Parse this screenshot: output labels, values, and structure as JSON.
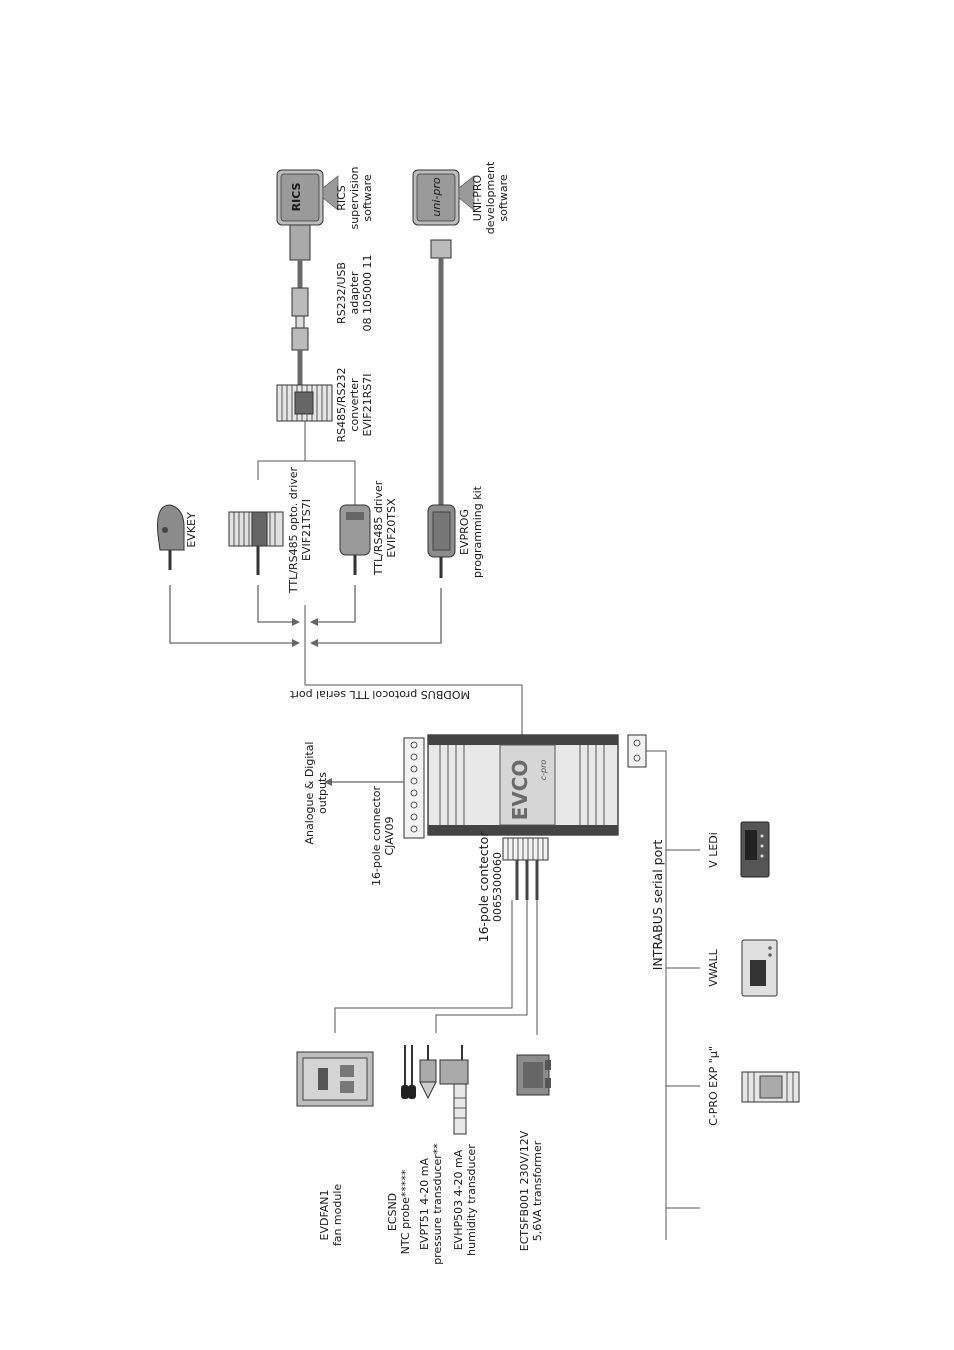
{
  "diagram": {
    "devices": {
      "rics": {
        "label": "RICS",
        "line2": "supervision",
        "line3": "software",
        "screen": "RICS"
      },
      "unipro": {
        "label": "UNI-PRO",
        "line2": "development",
        "line3": "software",
        "screen": "uni-pro"
      },
      "adapter": {
        "label": "RS232/USB",
        "line2": "adapter",
        "line3": "08 105000 11"
      },
      "converter": {
        "label": "RS485/RS232",
        "line2": "converter",
        "line3": "EVIF21RS7I"
      },
      "evkey": {
        "label": "EVKEY"
      },
      "opto_driver": {
        "label": "TTL/RS485 opto. driver",
        "line2": "EVIF21TS7I"
      },
      "rs485_driver": {
        "label": "TTL/RS485 driver",
        "line2": "EVIF20TSX"
      },
      "evprog": {
        "label": "EVPROG",
        "line2": "programming kit"
      },
      "modbus_port": {
        "label": "MODBUS protocol TTL serial port"
      },
      "outputs": {
        "label": "Analogue & Digital",
        "line2": "outputs"
      },
      "cjav09": {
        "label": "16-pole connector",
        "line2": "CJAV09"
      },
      "conn16": {
        "label": "16-pole contector",
        "line2": "0065300060"
      },
      "intrabus": {
        "label": "INTRABUS serial port"
      },
      "vledi": {
        "label": "V LEDi"
      },
      "vwall": {
        "label": "VWALL"
      },
      "cproexp": {
        "label": "C-PRO EXP \"µ\""
      },
      "fan": {
        "label": "EVDFAN1",
        "line2": "fan module"
      },
      "ntc": {
        "label": "ECSND",
        "line2": "NTC probe*****"
      },
      "pressure": {
        "label": "EVPT51 4-20 mA",
        "line2": "pressure transducer**"
      },
      "humidity": {
        "label": "EVHP503 4-20 mA",
        "line2": "humidity transducer"
      },
      "transformer": {
        "label": "ECTSFB001 230V/12V",
        "line2": "5,6VA transformer"
      },
      "controller": {
        "brand": "EVCO",
        "model": "c-pro"
      }
    },
    "colors": {
      "ink": "#1a1a1a",
      "device_fill": "#bdbdbd",
      "device_dark": "#7b7b7b"
    }
  }
}
